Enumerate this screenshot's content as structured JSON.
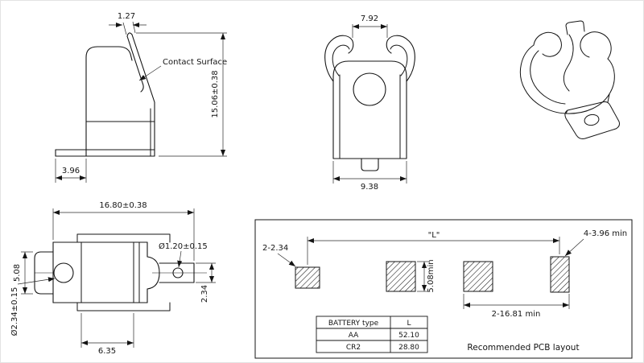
{
  "drawing": {
    "side": {
      "arm_width": "1.27",
      "contact_surface": "Contact Surface",
      "height": "15.06±0.38",
      "base_depth": "3.96"
    },
    "front": {
      "top_width": "7.92",
      "bottom_width": "9.38"
    },
    "top": {
      "overall_width": "16.80±0.38",
      "tab_height": "5.08",
      "pin_hole_dia": "Ø1.20±0.15",
      "pin_width": "2.34",
      "mount_hole_dia": "Ø2.34±0.15",
      "fold_spacing": "6.35"
    },
    "pcb": {
      "length_label": "\"L\"",
      "hole_note": "4-3.96  min",
      "pad_note": "2-2.34",
      "pad_height_note": "5.08min",
      "span_note": "2-16.81  min",
      "caption": "Recommended PCB layout",
      "table": {
        "headers": [
          "BATTERY type",
          "L"
        ],
        "rows": [
          [
            "AA",
            "52.10"
          ],
          [
            "CR2",
            "28.80"
          ]
        ]
      }
    }
  }
}
